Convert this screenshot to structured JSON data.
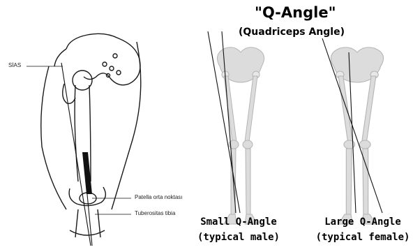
{
  "title": "\"Q-Angle\"",
  "subtitle": "(Quadriceps Angle)",
  "left_labels": {
    "sias": "SİAS",
    "patella": "Patella orta noktası",
    "tuberositas": "Tuberositas tibia"
  },
  "captions": {
    "male_line1": "Small Q-Angle",
    "male_line2": "(typical male)",
    "female_line1": "Large Q-Angle",
    "female_line2": "(typical female)"
  },
  "colors": {
    "ink": "#1a1a1a",
    "bone": "#dcdcdc",
    "bone_outline": "#b5b5b5"
  }
}
